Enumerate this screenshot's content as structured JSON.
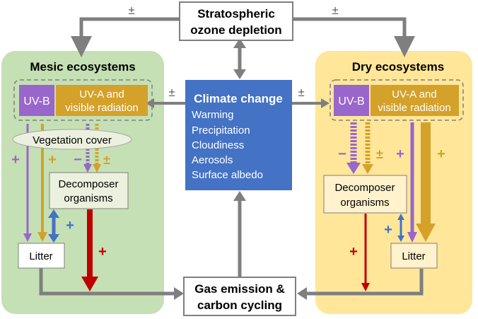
{
  "nodes": {
    "ozone_line1": "Stratospheric",
    "ozone_line2": "ozone depletion",
    "mesic_title": "Mesic ecosystems",
    "dry_title": "Dry ecosystems",
    "climate_title": "Climate change",
    "climate_items": [
      "Warming",
      "Precipitation",
      "Cloudiness",
      "Aerosols",
      "Surface albedo"
    ],
    "uvb": "UV-B",
    "uva_line1": "UV-A and",
    "uva_line2": "visible radiation",
    "vegetation": "Vegetation cover",
    "decomposer_line1": "Decomposer",
    "decomposer_line2": "organisms",
    "litter": "Litter",
    "gas_line1": "Gas emission &",
    "gas_line2": "carbon cycling"
  },
  "signs": {
    "plus_minus": "±",
    "plus": "+",
    "minus": "−"
  },
  "colors": {
    "mesic_bg": "#c5e0b4",
    "dry_bg": "#ffe699",
    "climate_bg": "#4472c4",
    "uvb": "#9966cc",
    "uva": "#d4a12a",
    "gray_arrow": "#7f7f7f",
    "red_arrow": "#c00000",
    "blue_arrow": "#4472c4",
    "box_fill": "#ebf1de"
  }
}
